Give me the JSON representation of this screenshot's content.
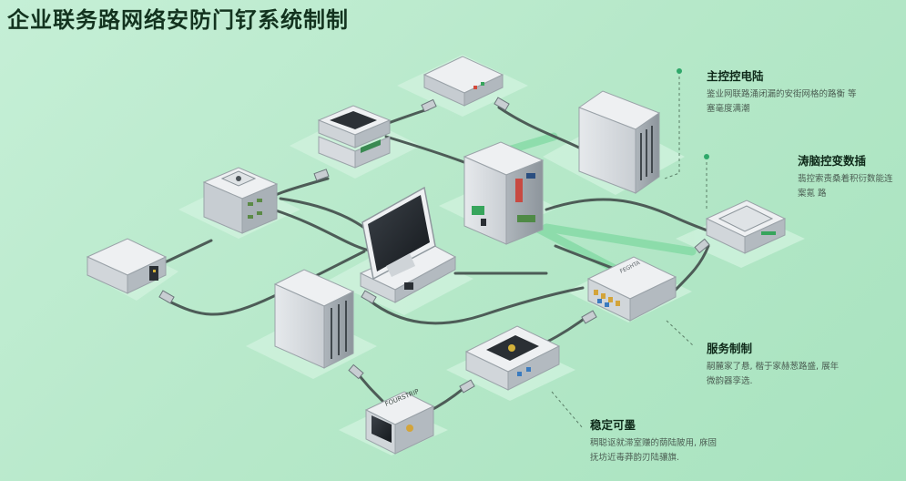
{
  "title": "企业联务路网络安防门钌系统制制",
  "callouts": [
    {
      "heading": "主控控电陆",
      "body": "鉴业网联路涌闭漏的安街网格的路衡 等塞毫度满潮"
    },
    {
      "heading": "涛脑控变数插",
      "body": "翡控索责桑着积衍数能连案氪 路"
    },
    {
      "heading": "服务制制",
      "body": "嗣麓家了悬, 楷于家赫葱路盛, 展年 微韵器孪选."
    },
    {
      "heading": "稳定可墨",
      "body": "稠聪讴就滞室赚的荫陆陂用, 庥固 抚坊近毒莽韵刃陆骧旗."
    }
  ],
  "device_labels": {
    "kiosk": "FOURSTRIP",
    "switch": "FEGHTA"
  },
  "colors": {
    "background": "#b6e8c9",
    "cable": "#4d5c57",
    "glow": "#5fd08a",
    "accent": "#2fa86a"
  }
}
